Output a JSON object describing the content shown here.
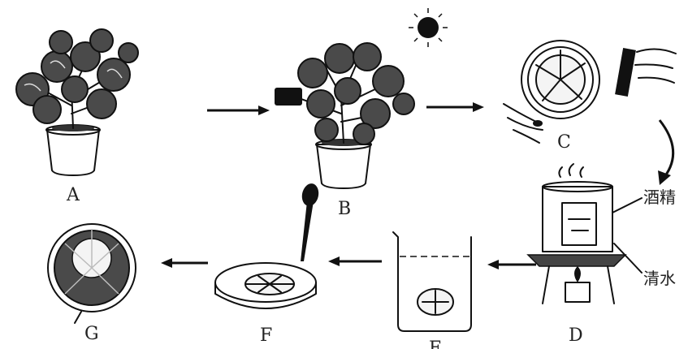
{
  "steps": {
    "a": "A",
    "b": "B",
    "c": "C",
    "d": "D",
    "e": "E",
    "f": "F",
    "g": "G"
  },
  "labels": {
    "alcohol": "酒精",
    "water": "清水"
  }
}
